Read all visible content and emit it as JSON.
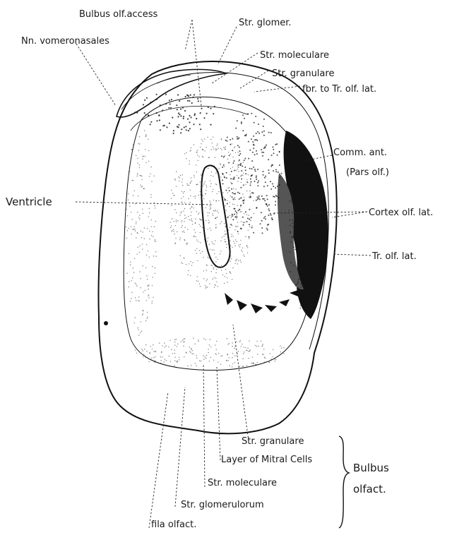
{
  "labels": {
    "bulbus_olf_access": "Bulbus olf.access",
    "nn_vomeronasales": "Nn. vomeronasales",
    "str_glomer": "Str. glomer.",
    "str_moleculare_top": "Str. moleculare",
    "str_granulare_top": "Str. granulare",
    "fbr_to_tr_olf_lat": "fbr. to Tr. olf. lat.",
    "comm_ant": "Comm. ant.",
    "pars_olf": "(Pars olf.)",
    "ventricle": "Ventricle",
    "cortex_olf_lat": "Cortex olf. lat.",
    "tr_olf_lat": "Tr. olf. lat.",
    "str_granulare_bottom": "Str. granulare",
    "layer_of_mitral_cells": "Layer of Mitral Cells",
    "str_moleculare_bottom": "Str. moleculare",
    "str_glomerulorum": "Str. glomerulorum",
    "fila_olfact": "fila olfact.",
    "bulbus": "Bulbus",
    "olfact": "olfact."
  }
}
